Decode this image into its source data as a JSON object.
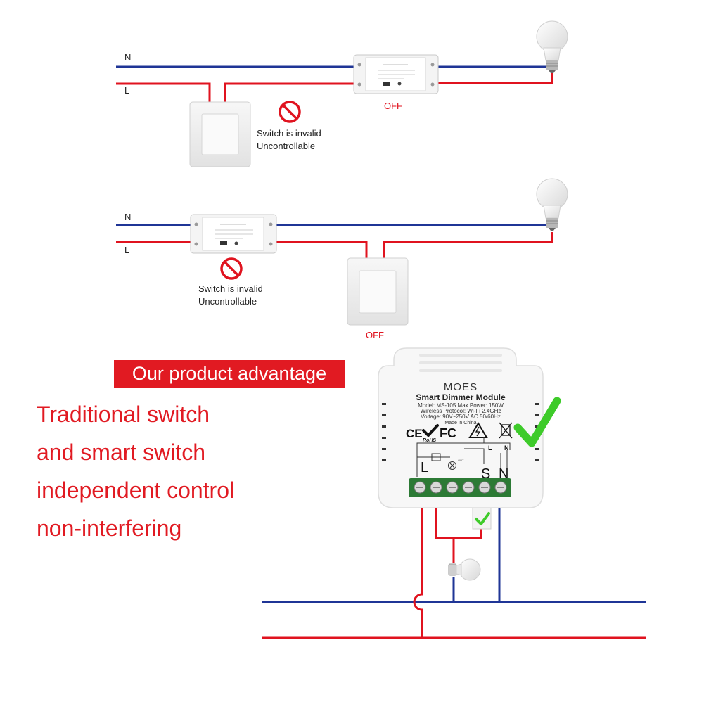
{
  "colors": {
    "neutral": "#1f3596",
    "live": "#e0131f",
    "accent_red": "#e11a22",
    "check_green": "#3ecb2a"
  },
  "diagram1": {
    "neutral_label": "N",
    "live_label": "L",
    "relay_state": "OFF",
    "warning_line1": "Switch is invalid",
    "warning_line2": "Uncontrollable"
  },
  "diagram2": {
    "neutral_label": "N",
    "live_label": "L",
    "switch_state": "OFF",
    "warning_line1": "Switch is invalid",
    "warning_line2": "Uncontrollable"
  },
  "advantage": {
    "banner": "Our product advantage",
    "lines": [
      "Traditional switch",
      "and smart switch",
      "independent control",
      "non-interfering"
    ]
  },
  "module": {
    "brand": "MOES",
    "name": "Smart Dimmer Module",
    "specs": [
      "Model: MS-105  Max Power: 150W",
      "Wireless Protocol: Wi-Fi 2.4GHz",
      "Voltage: 90V~250V AC 50/60Hz",
      "Made in China"
    ],
    "terminals": [
      "L",
      "S",
      "N"
    ],
    "out_label": "OUT",
    "cert_ce": "CE",
    "cert_fc": "FC",
    "cert_rohs": "RoHS"
  }
}
